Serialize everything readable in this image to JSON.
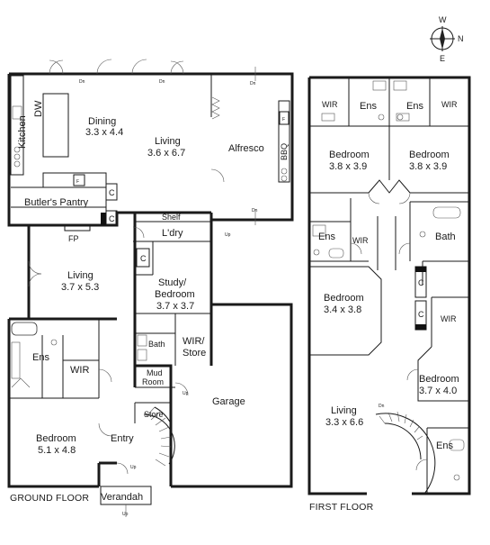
{
  "ground_floor": {
    "title": "GROUND FLOOR",
    "rooms": {
      "kitchen": "Kitchen",
      "dw": "DW",
      "dining": "Dining",
      "dining_dim": "3.3 x 4.4",
      "living_main": "Living",
      "living_main_dim": "3.6 x 6.7",
      "alfresco": "Alfresco",
      "bbq": "BBQ",
      "butlers_pantry": "Butler's Pantry",
      "shelf": "Shelf",
      "ldry": "L'dry",
      "fp": "FP",
      "living2": "Living",
      "living2_dim": "3.7 x 5.3",
      "study": "Study/",
      "study2": "Bedroom",
      "study_dim": "3.7 x 3.7",
      "bath": "Bath",
      "wir_store": "WIR/",
      "wir_store2": "Store",
      "mud": "Mud",
      "mud2": "Room",
      "ens": "Ens",
      "wir": "WIR",
      "bedroom": "Bedroom",
      "bedroom_dim": "5.1 x 4.8",
      "store": "Store",
      "entry": "Entry",
      "garage": "Garage",
      "verandah": "Verandah",
      "c1": "C",
      "c2": "C",
      "c3": "C",
      "f1": "F",
      "f2": "F"
    },
    "arrows": {
      "dn1": "Dn",
      "dn2": "Dn",
      "dn3": "Dn",
      "dn4": "Dn",
      "up1": "Up",
      "up2": "Up",
      "up3": "Up",
      "up4": "Up"
    }
  },
  "first_floor": {
    "title": "FIRST FLOOR",
    "rooms": {
      "wir_l": "WIR",
      "ens_l": "Ens",
      "ens_r": "Ens",
      "wir_r": "WIR",
      "bed1": "Bedroom",
      "bed1_dim": "3.8 x 3.9",
      "bed2": "Bedroom",
      "bed2_dim": "3.8 x 3.9",
      "ens_mid": "Ens",
      "wir_mid": "WIR",
      "bath": "Bath",
      "bed3": "Bedroom",
      "bed3_dim": "3.4 x 3.8",
      "c1": "C",
      "c2": "C",
      "wir_right": "WIR",
      "bed4": "Bedroom",
      "bed4_dim": "3.7 x 4.0",
      "living": "Living",
      "living_dim": "3.3 x 6.6",
      "ens_bottom": "Ens",
      "dn": "Dn"
    }
  },
  "compass": {
    "w": "W",
    "n": "N",
    "e": "E"
  }
}
